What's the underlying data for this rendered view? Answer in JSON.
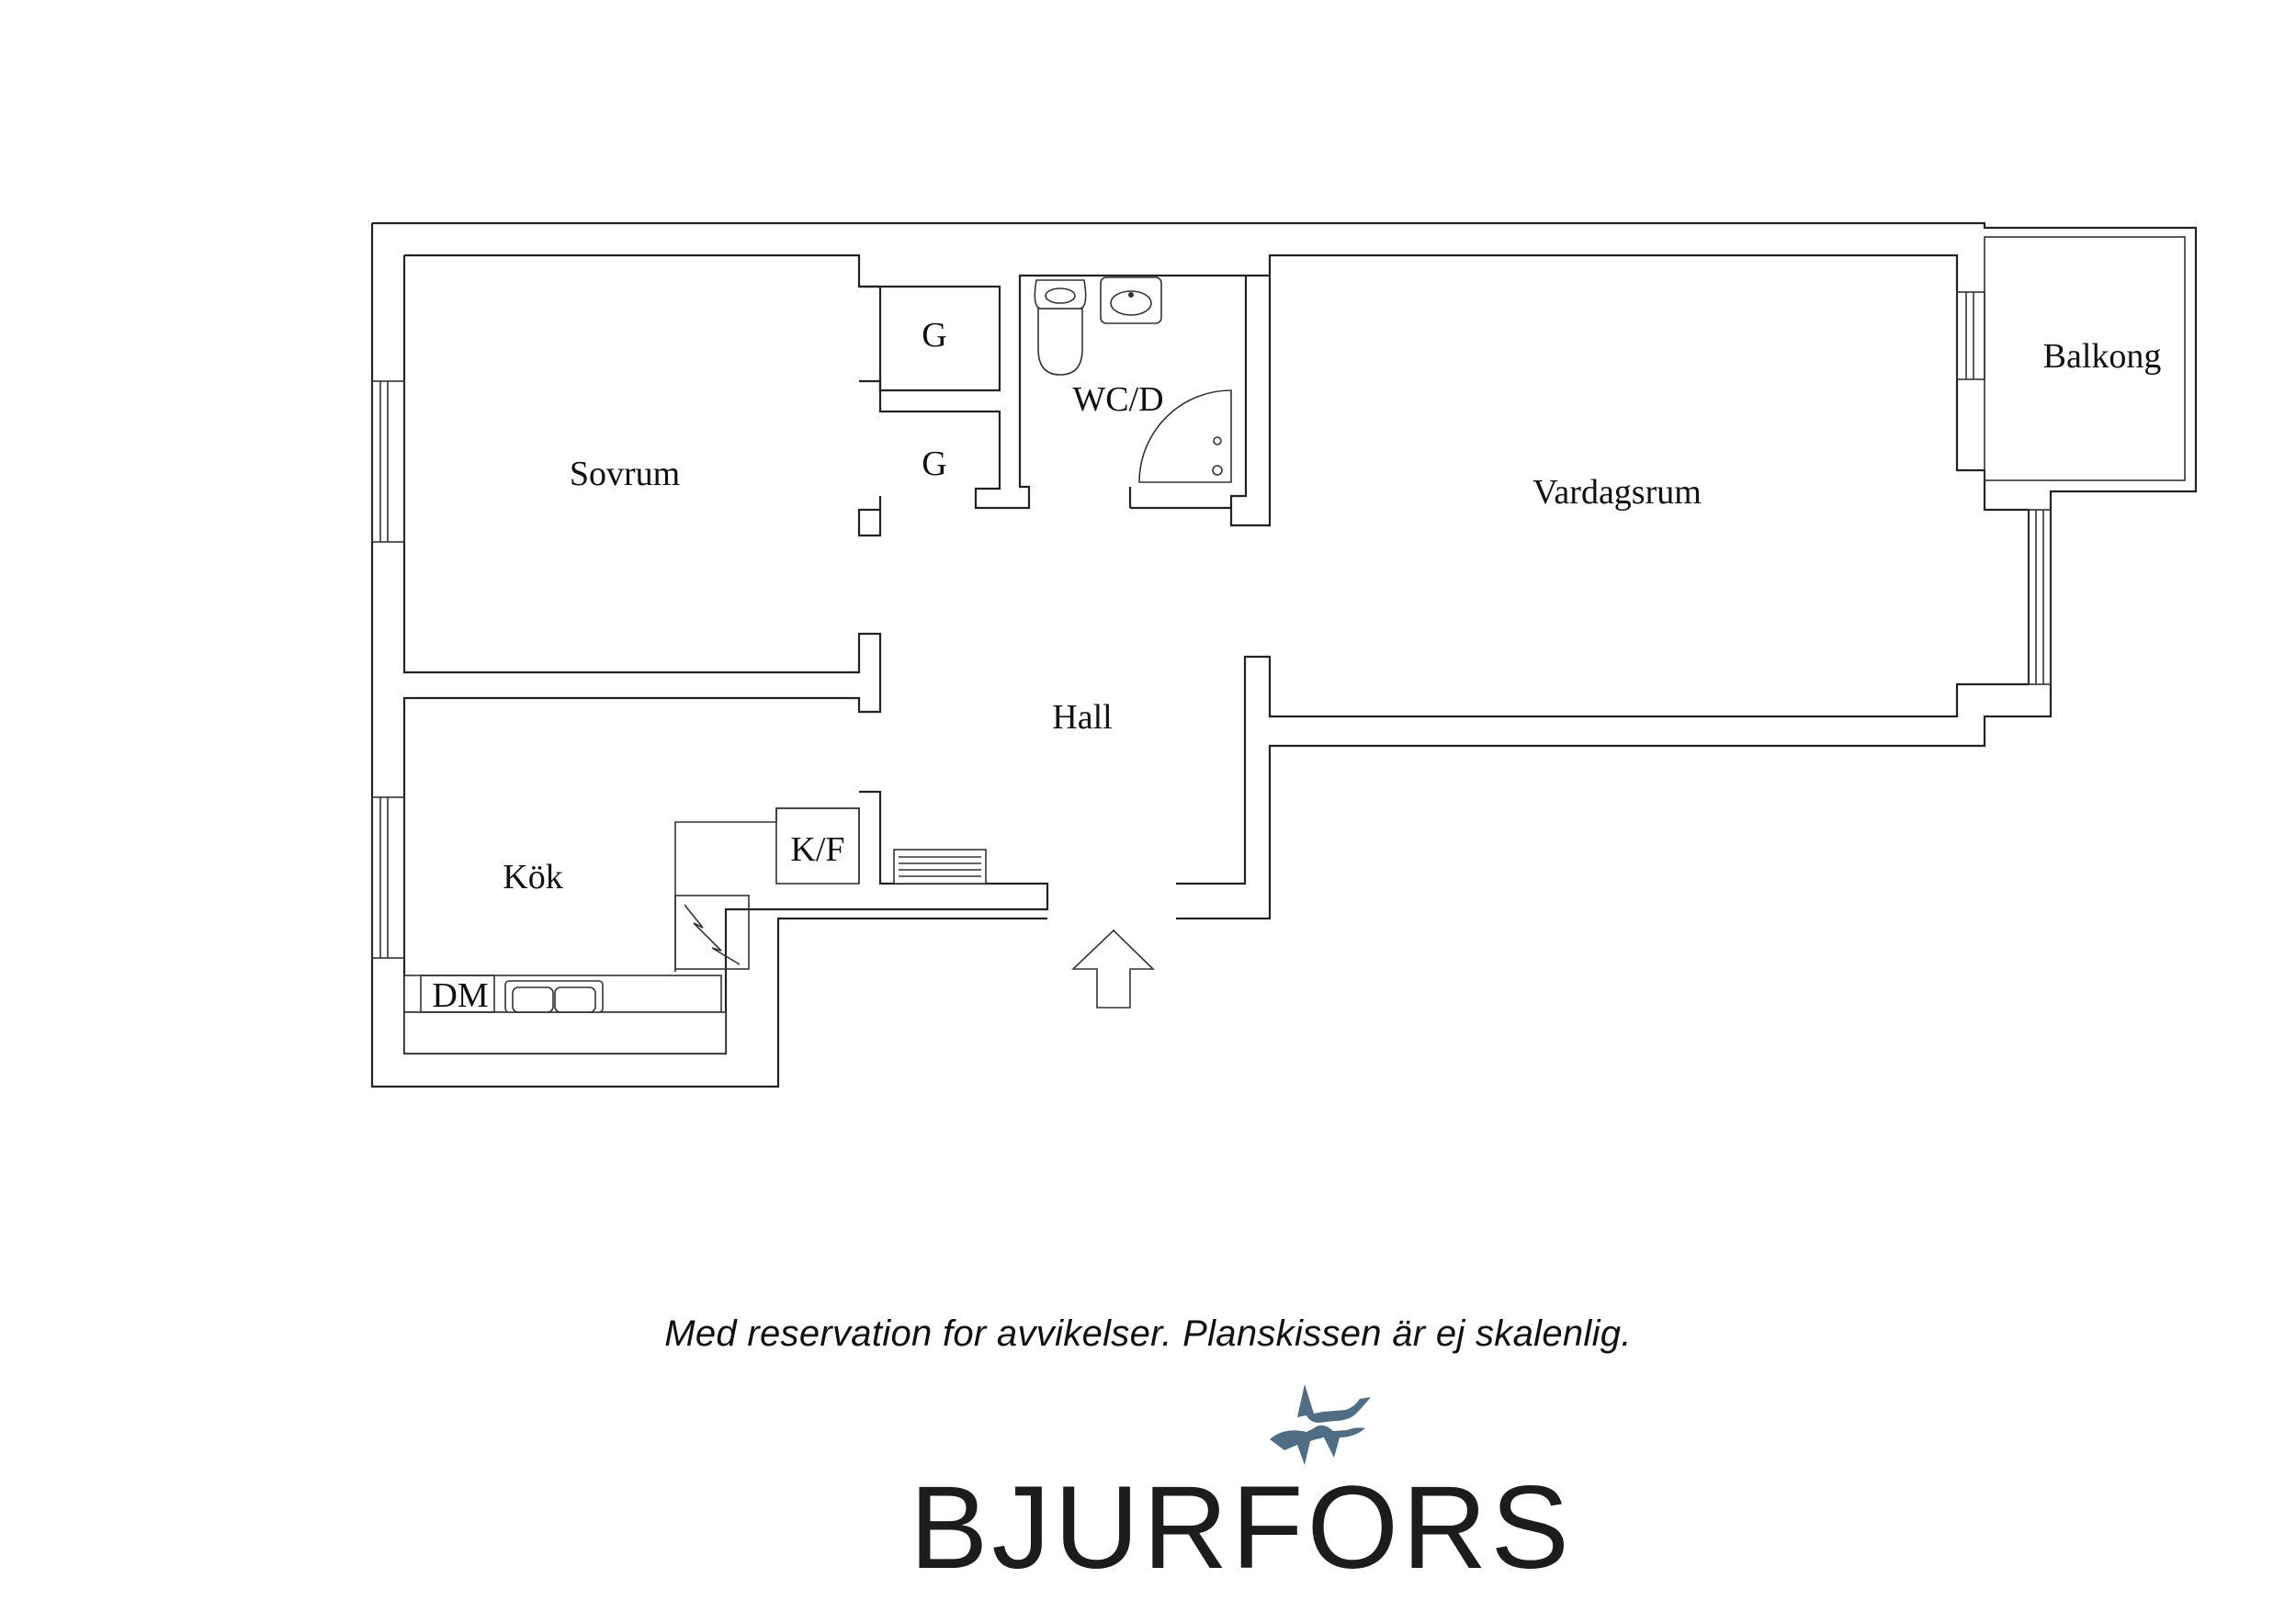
{
  "rooms": {
    "sovrum": "Sovrum",
    "garderob_1": "G",
    "garderob_2": "G",
    "wc": "WC/D",
    "vardagsrum": "Vardagsrum",
    "balkong": "Balkong",
    "hall": "Hall",
    "kok": "Kök",
    "kf": "K/F",
    "dm": "DM"
  },
  "disclaimer": "Med reservation for avvikelser. Planskissen är ej skalenlig.",
  "brand": {
    "name": "BJURFORS",
    "logo_icon": "flying-birds-icon",
    "logo_color": "#4f6d85"
  },
  "entrance_icon": "entrance-arrow-icon"
}
